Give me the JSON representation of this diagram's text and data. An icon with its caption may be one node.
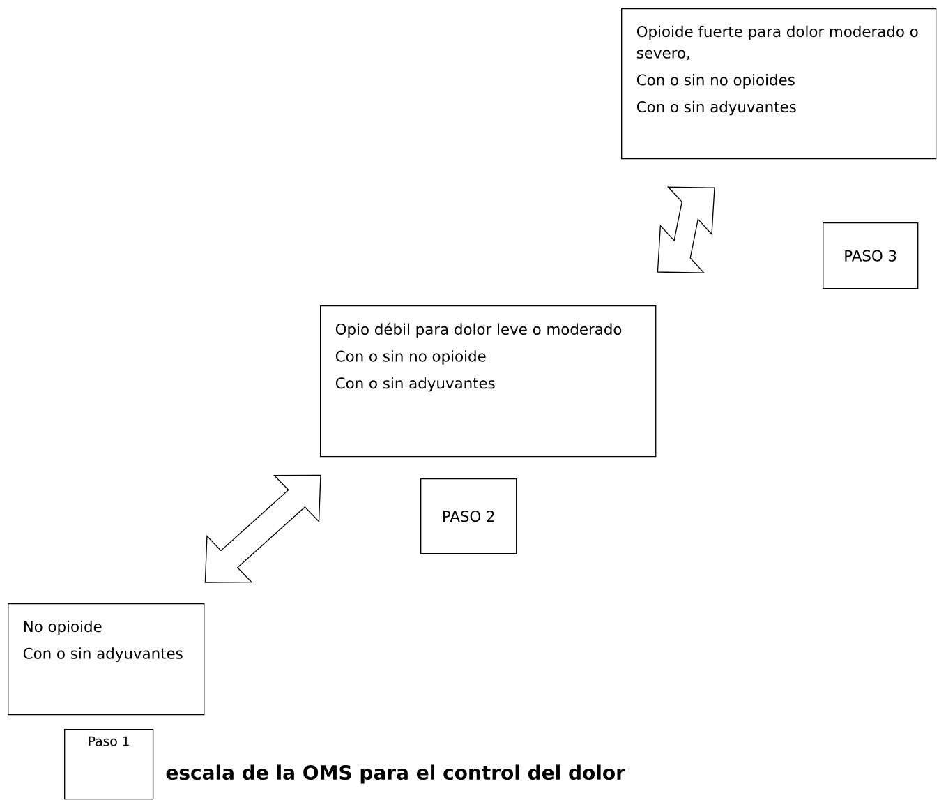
{
  "diagram": {
    "title": "escala de la OMS para el control del dolor",
    "nodes": [
      {
        "text": [
          "Opioide fuerte para dolor moderado o severo,",
          "Con o sin no opioides",
          "Con o sin adyuvantes"
        ]
      },
      {
        "text": [
          "PASO 3"
        ]
      },
      {
        "text": [
          "Opio débil para dolor leve o moderado",
          "Con o sin no opioide",
          "Con o sin adyuvantes"
        ]
      },
      {
        "text": [
          "PASO 2"
        ]
      },
      {
        "text": [
          "No opioide",
          "Con o sin adyuvantes"
        ]
      },
      {
        "text": [
          "Paso 1"
        ]
      }
    ],
    "edges": [
      {
        "from": 4,
        "to": 2,
        "arrow": "both"
      },
      {
        "from": 2,
        "to": 0,
        "arrow": "both"
      }
    ]
  }
}
